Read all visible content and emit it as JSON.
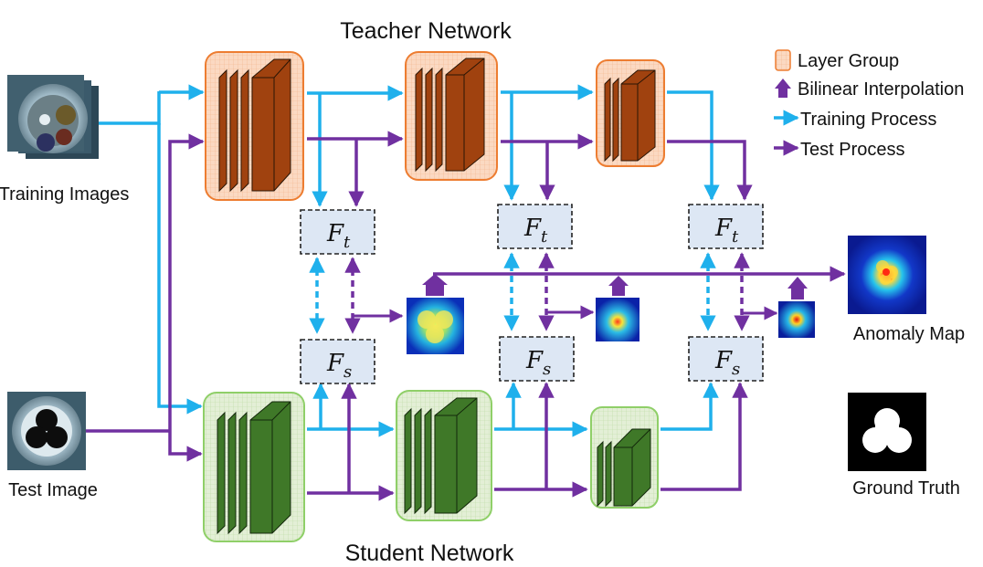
{
  "titles": {
    "teacher": "Teacher Network",
    "student": "Student Network"
  },
  "labels": {
    "training_images": "Training Images",
    "test_image": "Test Image",
    "anomaly_map": "Anomaly Map",
    "ground_truth": "Ground Truth"
  },
  "legend": {
    "layer_group": "Layer Group",
    "bilinear": "Bilinear Interpolation",
    "training": "Training Process",
    "test": "Test Process"
  },
  "features": {
    "ft_main": "F",
    "ft_sub": "t",
    "fs_main": "F",
    "fs_sub": "s"
  },
  "colors": {
    "training_arrow": "#1fb0ec",
    "test_arrow": "#7030a0",
    "teacher_fill": "#a0420f",
    "teacher_bg": "#fbd9c2",
    "teacher_border": "#ed7d31",
    "student_fill": "#3f7828",
    "student_bg": "#e3efd6",
    "student_border": "#8fcf68",
    "feature_box": "#dde7f4"
  }
}
